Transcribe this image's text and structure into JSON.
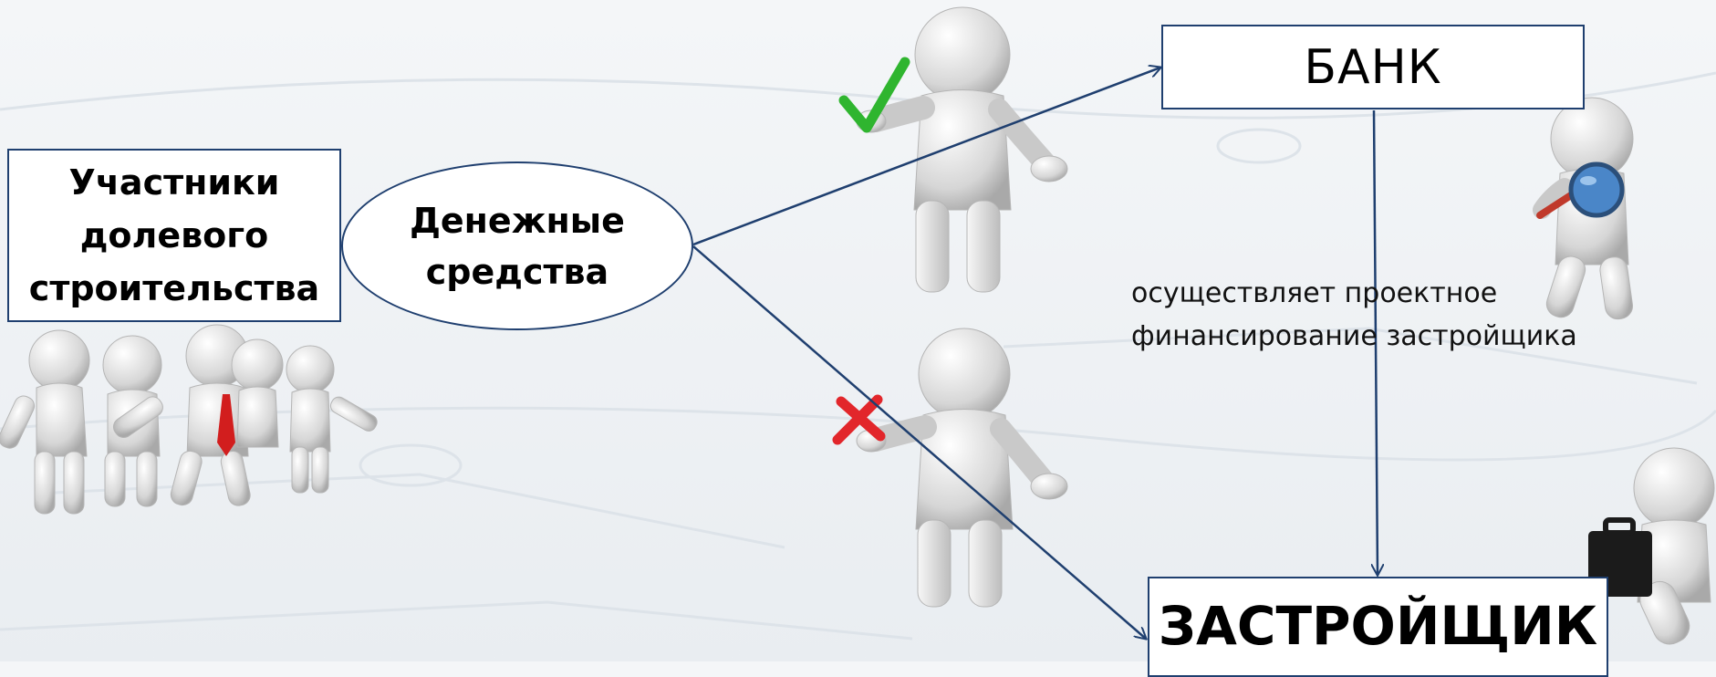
{
  "participants": {
    "label": "Участники\nдолевого\nстроительства"
  },
  "money": {
    "label": "Денежные\nсредства"
  },
  "bank": {
    "label": "БАНК"
  },
  "developer": {
    "label": "ЗАСТРОЙЩИК"
  },
  "note": {
    "text": "осуществляет проектное\nфинансирование застройщика"
  },
  "colors": {
    "connector": "#1f3f6f",
    "check": "#2fb52f",
    "cross": "#e2262b",
    "tie": "#d21e1e",
    "magnifier_glass": "#4a86c8",
    "briefcase": "#1b1b1b"
  },
  "icons": [
    "check-icon",
    "cross-icon",
    "magnifier-icon",
    "briefcase-icon"
  ]
}
